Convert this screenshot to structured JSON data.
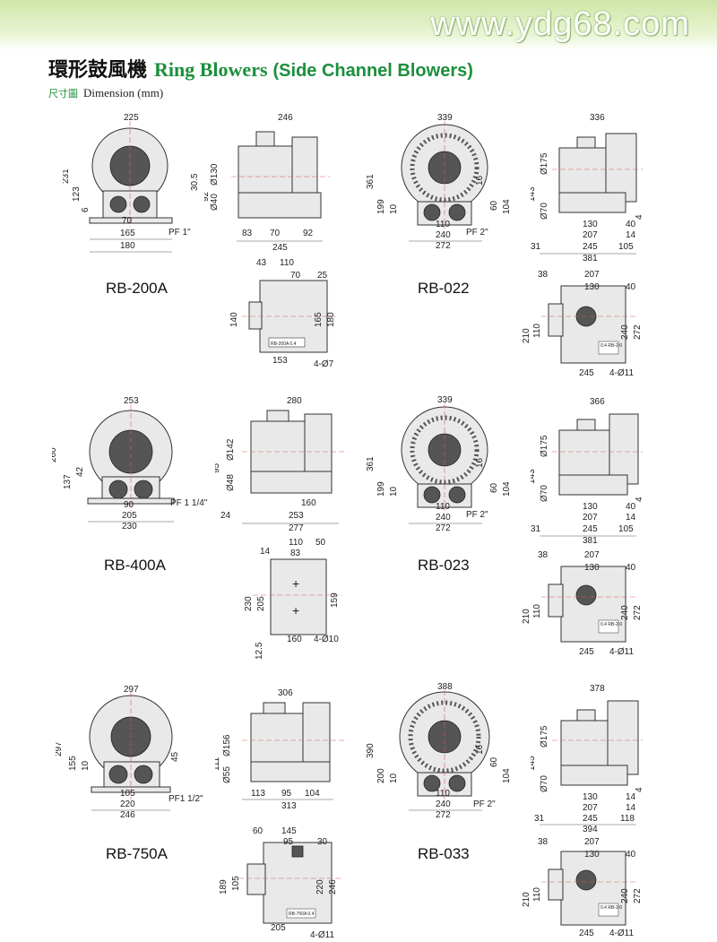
{
  "site_url": "www.ydg68.com",
  "title_zh": "環形鼓風機",
  "title_en": "Ring Blowers",
  "title_sub": "(Side Channel Blowers)",
  "dimension_zh": "尺寸圖",
  "dimension_en": "Dimension (mm)",
  "models": [
    {
      "name": "RB-200A",
      "front": {
        "w": "225",
        "w2": "180",
        "w3": "165",
        "w4": "70",
        "h": "231",
        "h2": "123",
        "h3": "30.5",
        "h4": "6",
        "pf": "PF 1\""
      },
      "side": {
        "l": "246",
        "a": "83",
        "b": "70",
        "c": "92",
        "tot": "245",
        "d": "Ø130",
        "e": "Ø40",
        "f": "92"
      },
      "top": {
        "a": "43",
        "b": "110",
        "c": "70",
        "d": "25",
        "h": "140",
        "h2": "165",
        "h3": "180",
        "w": "153",
        "hole": "4-Ø7",
        "label": "RB-200A 0.4"
      }
    },
    {
      "name": "RB-022",
      "front": {
        "w": "339",
        "w2": "272",
        "w3": "240",
        "w4": "110",
        "h": "361",
        "h2": "199",
        "h3": "60",
        "h4": "10",
        "h5": "104",
        "h6": "16",
        "pf": "PF 2\""
      },
      "side": {
        "l": "336",
        "a": "31",
        "b": "245",
        "c": "105",
        "tot": "381",
        "d": "Ø175",
        "e": "Ø70",
        "f": "143",
        "g": "130",
        "h": "207",
        "i": "40",
        "j": "14",
        "k": "4"
      },
      "top": {
        "a": "38",
        "b": "207",
        "c": "130",
        "d": "40",
        "h": "210",
        "h2": "110",
        "h3": "240",
        "h4": "272",
        "w": "245",
        "hole": "4-Ø11",
        "label": "0.4 RB-2-0"
      }
    },
    {
      "name": "RB-400A",
      "front": {
        "w": "253",
        "w2": "230",
        "w3": "205",
        "w4": "90",
        "h": "260",
        "h2": "137",
        "h3": "42",
        "pf": "PF 1 1/4\""
      },
      "side": {
        "l": "280",
        "a": "24",
        "b": "253",
        "c": "160",
        "tot": "277",
        "d": "Ø142",
        "e": "Ø48",
        "f": "95"
      },
      "top": {
        "a": "14",
        "b": "83",
        "c": "110",
        "d": "50",
        "h": "230",
        "h2": "205",
        "h3": "159",
        "w": "160",
        "hole": "4-Ø10",
        "e": "12.5"
      }
    },
    {
      "name": "RB-023",
      "front": {
        "w": "339",
        "w2": "272",
        "w3": "240",
        "w4": "110",
        "h": "361",
        "h2": "199",
        "h3": "60",
        "h4": "10",
        "h5": "104",
        "h6": "16",
        "pf": "PF 2\""
      },
      "side": {
        "l": "366",
        "a": "31",
        "b": "245",
        "c": "105",
        "tot": "381",
        "d": "Ø175",
        "e": "Ø70",
        "f": "143",
        "g": "130",
        "h": "207",
        "i": "40",
        "j": "14",
        "k": "4"
      },
      "top": {
        "a": "38",
        "b": "207",
        "c": "130",
        "d": "40",
        "h": "210",
        "h2": "110",
        "h3": "240",
        "h4": "272",
        "w": "245",
        "hole": "4-Ø11",
        "label": "0.4 RB-2-0"
      }
    },
    {
      "name": "RB-750A",
      "front": {
        "w": "297",
        "w2": "246",
        "w3": "220",
        "w4": "105",
        "h": "297",
        "h2": "155",
        "h3": "45",
        "h4": "10",
        "pf": "PF1 1/2\""
      },
      "side": {
        "l": "306",
        "a": "113",
        "b": "95",
        "c": "104",
        "tot": "313",
        "d": "Ø156",
        "e": "Ø55",
        "f": "111"
      },
      "top": {
        "a": "60",
        "b": "145",
        "c": "95",
        "d": "30",
        "h": "189",
        "h2": "105",
        "h3": "220",
        "h4": "246",
        "w": "205",
        "hole": "4-Ø11",
        "label": "RB-750A 0.4"
      }
    },
    {
      "name": "RB-033",
      "front": {
        "w": "388",
        "w2": "272",
        "w3": "240",
        "w4": "110",
        "h": "390",
        "h2": "200",
        "h3": "60",
        "h4": "10",
        "h5": "104",
        "h6": "16",
        "pf": "PF 2\""
      },
      "side": {
        "l": "378",
        "a": "31",
        "b": "245",
        "c": "118",
        "tot": "394",
        "d": "Ø175",
        "e": "Ø70",
        "f": "145",
        "g": "130",
        "h": "207",
        "i": "14",
        "j": "14",
        "k": "4"
      },
      "top": {
        "a": "38",
        "b": "207",
        "c": "130",
        "d": "40",
        "h": "210",
        "h2": "110",
        "h3": "240",
        "h4": "272",
        "w": "245",
        "hole": "4-Ø11",
        "label": "0.4 RB-2-0"
      }
    }
  ]
}
